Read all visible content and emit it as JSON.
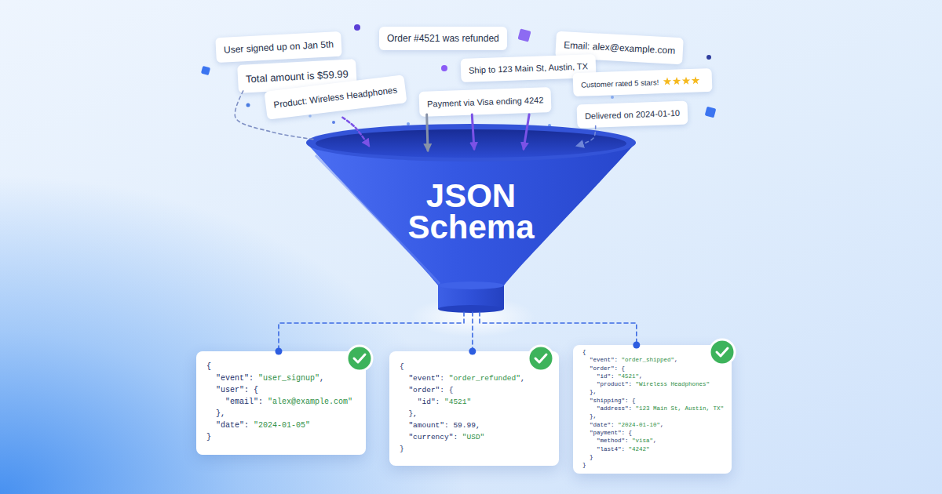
{
  "diagram": {
    "nodes": [
      {
        "text": [
          "User signed up on Jan 5th"
        ]
      },
      {
        "text": [
          "Order #4521 was refunded"
        ]
      },
      {
        "text": [
          "Email: alex@example.com"
        ]
      },
      {
        "text": [
          "Total amount is $59.99"
        ]
      },
      {
        "text": [
          "Ship to 123 Main St, Austin, TX"
        ]
      },
      {
        "text": [
          "Customer rated 5 stars!"
        ]
      },
      {
        "text": [
          "Product: Wireless Headphones"
        ]
      },
      {
        "text": [
          "Payment via Visa ending 4242"
        ]
      },
      {
        "text": [
          "Delivered on 2024-01-10"
        ]
      },
      {
        "text": [
          "JSON Schema"
        ]
      },
      {
        "text": [
          "{",
          "\"event\": \"user_signup\",",
          "\"user\": {",
          "\"email\": \"alex@example.com\"",
          "},",
          "\"date\": \"2024-01-05\"",
          "}"
        ]
      },
      {
        "text": [
          "{",
          "\"event\": \"order_refunded\",",
          "\"order\": {",
          "\"id\": \"4521\"",
          "},",
          "\"amount\": 59.99,",
          "\"currency\": \"USD\"",
          "}"
        ]
      },
      {
        "text": [
          "{",
          "\"event\": \"order_shipped\",",
          "\"order\": {",
          "\"id\": \"4521\",",
          "\"product\": \"Wireless Headphones\"",
          "},",
          "\"shipping\": {",
          "\"address\": \"123 Main St, Austin, TX\"",
          "},",
          "\"date\": \"2024-01-10\",",
          "\"payment\": {",
          "\"method\": \"visa\",",
          "\"last4\": \"4242\"",
          "}",
          "}"
        ]
      }
    ],
    "edges": [
      {
        "from": 3,
        "to": 9,
        "arrow": "none"
      },
      {
        "from": 6,
        "to": 9,
        "arrow": "to"
      },
      {
        "from": 7,
        "to": 9,
        "arrow": "to"
      },
      {
        "from": 7,
        "to": 9,
        "arrow": "to"
      },
      {
        "from": 7,
        "to": 9,
        "arrow": "to"
      },
      {
        "from": 8,
        "to": 9,
        "arrow": "to"
      },
      {
        "from": 9,
        "to": 10,
        "arrow": "none"
      },
      {
        "from": 9,
        "to": 11,
        "arrow": "none"
      },
      {
        "from": 9,
        "to": 12,
        "arrow": "none"
      }
    ]
  }
}
